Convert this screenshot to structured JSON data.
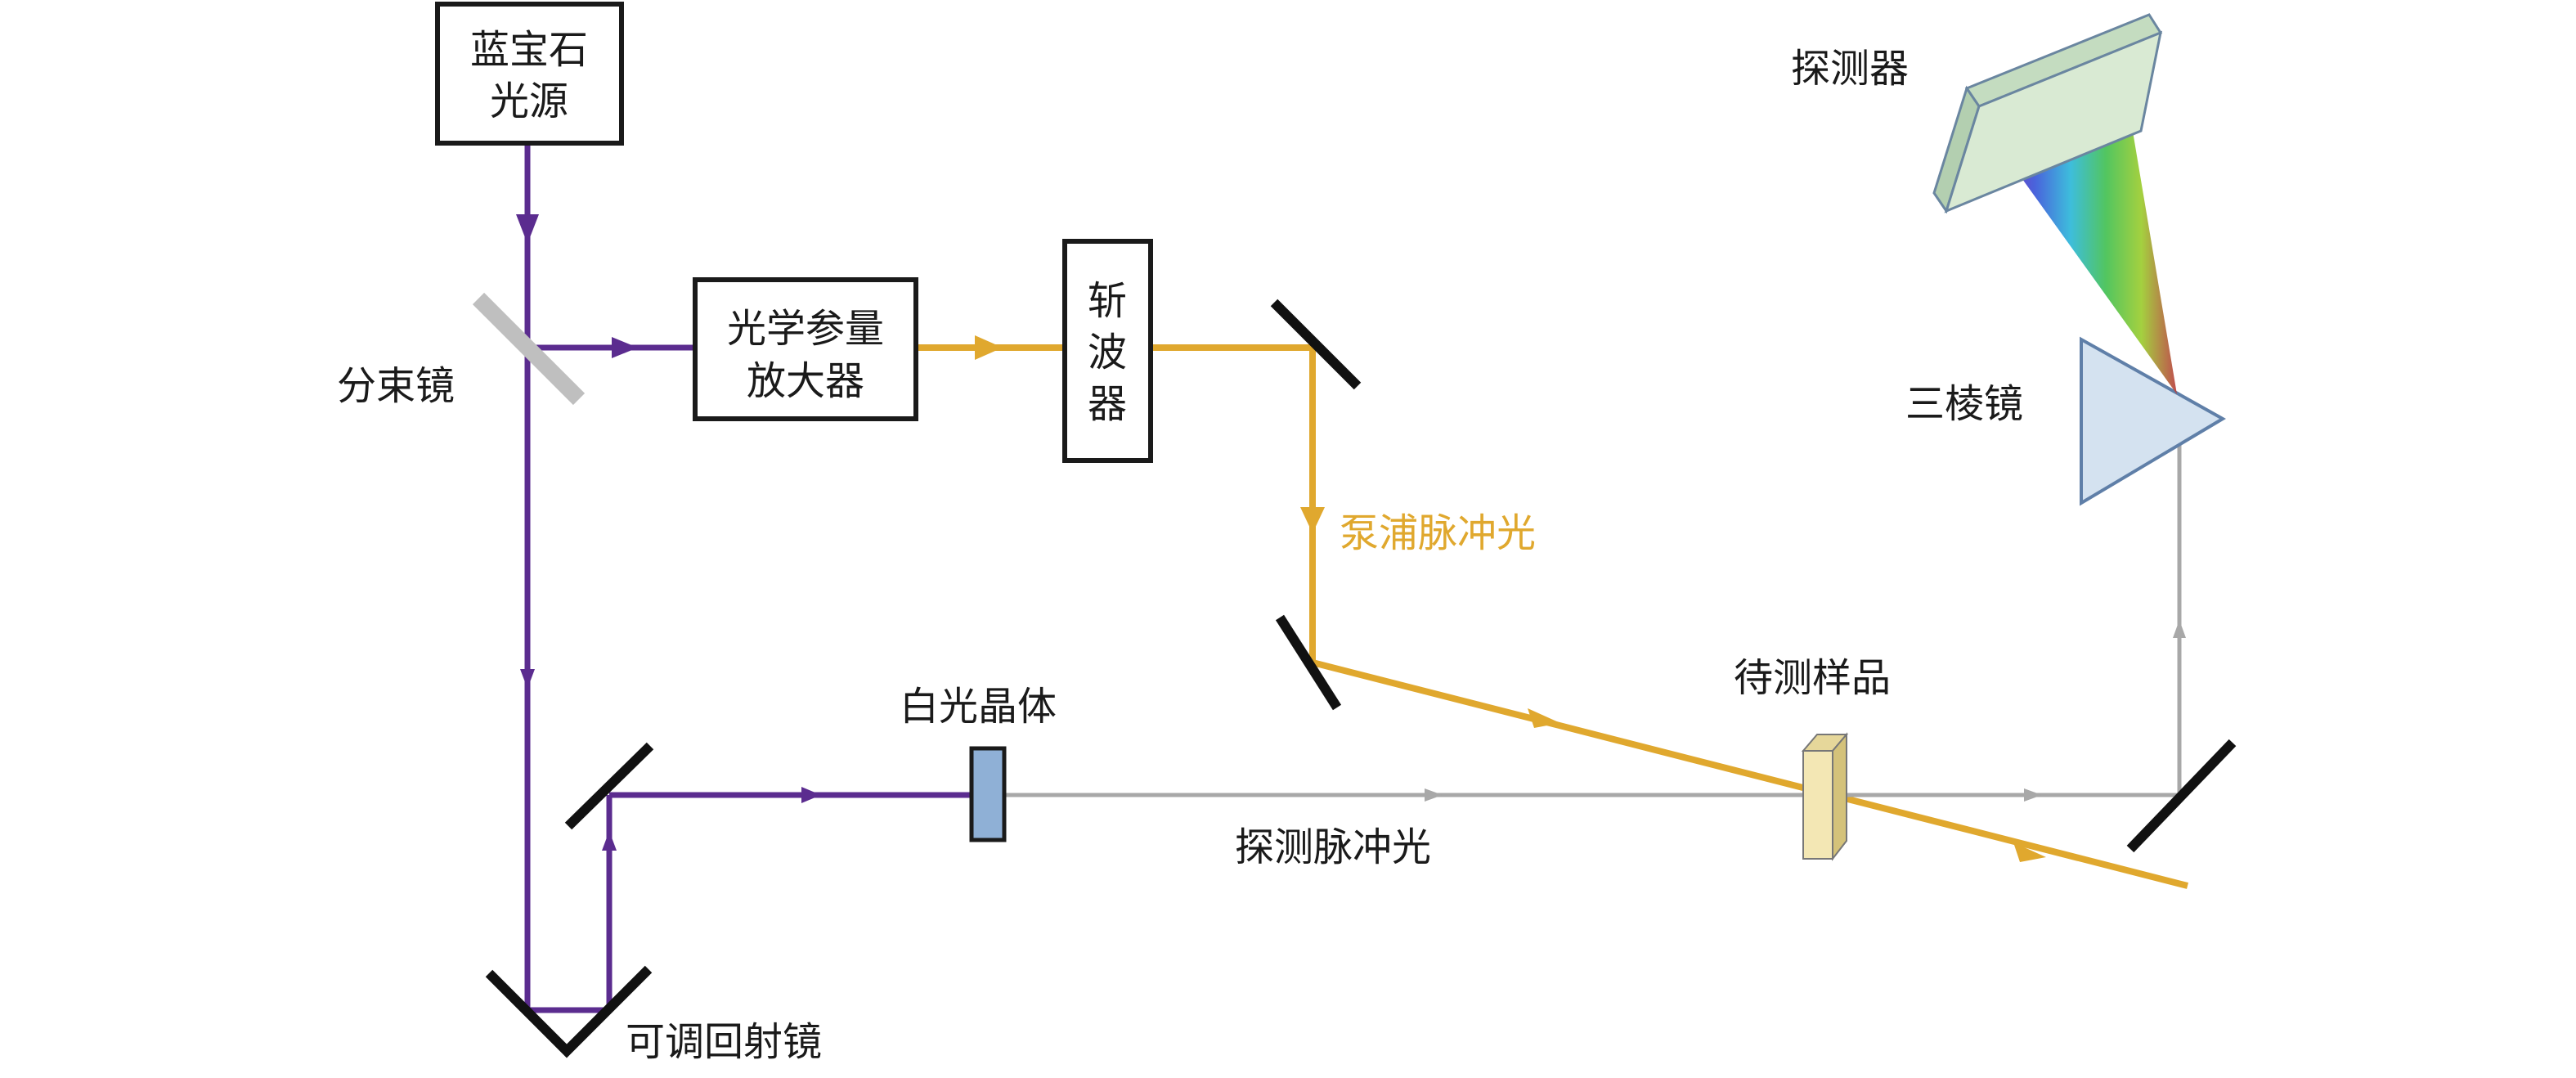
{
  "labels": {
    "sapphire_source": [
      "蓝宝石",
      "光源"
    ],
    "beam_splitter": "分束镜",
    "opa": [
      "光学参量",
      "放大器"
    ],
    "chopper": [
      "斩",
      "波",
      "器"
    ],
    "pump_pulse": "泵浦脉冲光",
    "white_light_crystal": "白光晶体",
    "probe_pulse": "探测脉冲光",
    "sample": "待测样品",
    "retroreflector": "可调回射镜",
    "prism": "三棱镜",
    "detector": "探测器"
  },
  "colors": {
    "violet_beam": "#5b2c8f",
    "pump_beam": "#e0a82e",
    "probe_beam": "#a8a8a8",
    "pump_label": "#e0a82e",
    "crystal": "#8fb0d6",
    "sample": "#f3e7b4",
    "prism": "#d4e2f0",
    "detector": "#d9ead3"
  }
}
